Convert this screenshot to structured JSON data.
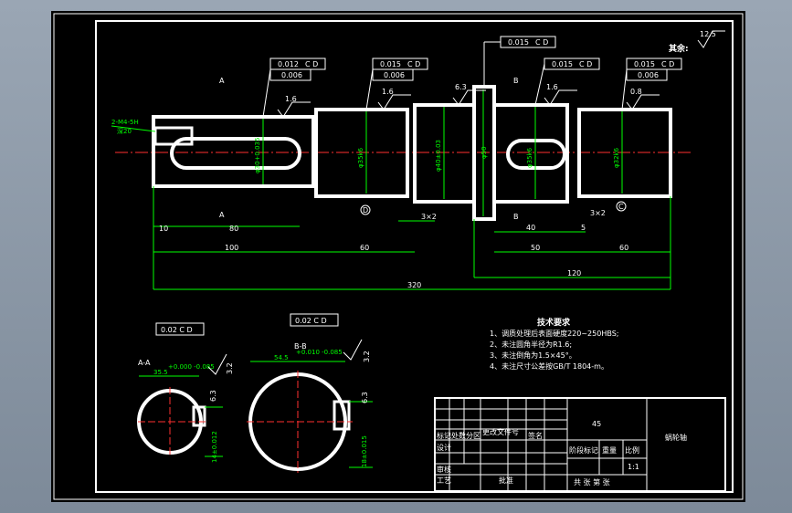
{
  "drawing": {
    "corner_roughness_label": "其余:",
    "corner_roughness_value": "12.5",
    "section_marks": {
      "a_top": "A",
      "a_bottom": "A",
      "b_top": "B",
      "b_bottom": "B",
      "d_mark": "D",
      "c_mark": "C"
    },
    "callouts": [
      {
        "line1": "0.012",
        "ref1": "C D",
        "line2": "0.006"
      },
      {
        "line1": "0.015",
        "ref1": "C D",
        "line2": "0.006"
      },
      {
        "line1": "0.015",
        "ref1": "C D"
      },
      {
        "line1": "0.015",
        "ref1": "C D"
      },
      {
        "line1": "0.015",
        "ref1": "C D",
        "line2": "0.006"
      }
    ],
    "roughness": [
      "1.6",
      "1.6",
      "6.3",
      "1.6",
      "0.8"
    ],
    "thread": {
      "label": "2-M4-5H",
      "depth": "深20"
    },
    "diameters": [
      "φ30+0.035",
      "φ35k6",
      "φ40±0.03",
      "φ50",
      "φ35k6",
      "φ32k6"
    ],
    "dims": {
      "d10": "10",
      "d80": "80",
      "d100": "100",
      "d60a": "60",
      "chamfer1": "3×2",
      "d40": "40",
      "d5": "5",
      "chamfer2": "3×2",
      "d50": "50",
      "d60b": "60",
      "d120": "120",
      "d320": "320"
    },
    "section_a": {
      "title": "A-A",
      "tol": "0.02 C D",
      "dim": "35.5",
      "dim_tol": "+0.000 -0.085",
      "key_dim": "14±0.012",
      "rough": "3.2",
      "rough2": "6.3"
    },
    "section_b": {
      "title": "B-B",
      "tol": "0.02 C D",
      "dim": "54.5",
      "dim_tol": "+0.010 -0.085",
      "key_dim": "18±0.015",
      "rough": "3.2",
      "rough2": "6.3"
    },
    "tech_req": {
      "title": "技术要求",
      "items": [
        "1、调质处理后表面硬度220~250HBS;",
        "2、未注圆角半径为R1.6;",
        "3、未注倒角为1.5×45°。",
        "4、未注尺寸公差按GB/T 1804-m。"
      ]
    },
    "title_block": {
      "material": "45",
      "part_name": "蜗轮轴",
      "scale": "1:1",
      "h1": "标记",
      "h2": "处数",
      "h3": "分区",
      "h4": "更改文件号",
      "h5": "签名",
      "design": "设计",
      "review": "审核",
      "process": "工艺",
      "approve": "批准",
      "stage": "阶段标记",
      "weight": "重量",
      "ratio": "比例",
      "sheets": "共  张 第  张"
    }
  }
}
